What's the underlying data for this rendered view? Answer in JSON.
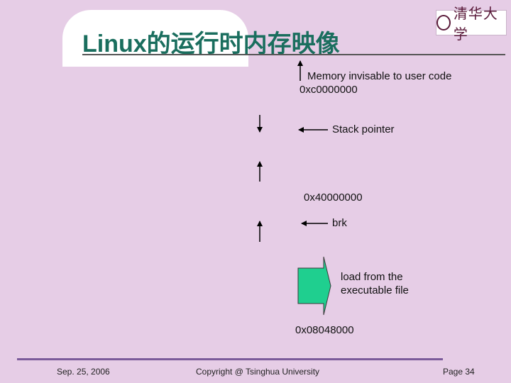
{
  "slide": {
    "title": "Linux的运行时内存映像",
    "logo_text": "清华大学"
  },
  "diagram": {
    "kernel_note": "Memory invisable to user code",
    "kernel_addr": "0xc0000000",
    "stack_label": "Stack pointer",
    "mmap_addr": "0x40000000",
    "brk_label": "brk",
    "load_label_line1": "load from the",
    "load_label_line2": "executable file",
    "text_addr": "0x08048000",
    "block_arrow_color": "#1fcf8f"
  },
  "footer": {
    "date": "Sep. 25, 2006",
    "copyright": "Copyright @ Tsinghua University",
    "page": "Page 34"
  }
}
